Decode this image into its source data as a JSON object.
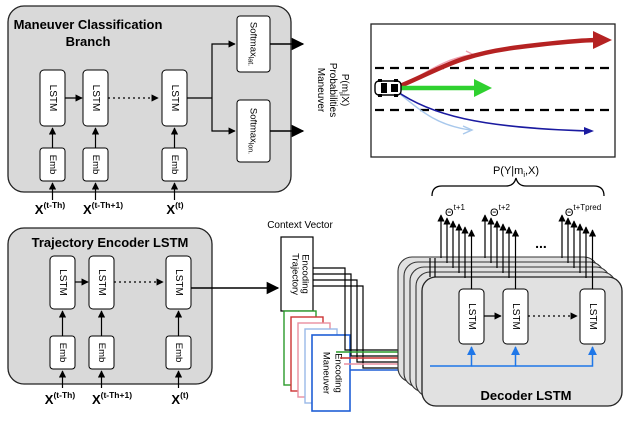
{
  "maneuver_branch": {
    "title_line1": "Maneuver Classification",
    "title_line2": "Branch",
    "lstm": "LSTM",
    "emb": "Emb",
    "softmax_lat": "Softmax",
    "softmax_lat_sub": "lat.",
    "softmax_lon": "Softmax",
    "softmax_lon_sub": "lon.",
    "output_line1": "Maneuver",
    "output_line2": "Probabilities",
    "output_line3": "P(m",
    "output_line3_sub": "i",
    "output_line3_end": "|X)",
    "inputs": [
      {
        "base": "X",
        "sup": "(t-Th)"
      },
      {
        "base": "X",
        "sup": "(t-Th+1)"
      },
      {
        "base": "X",
        "sup": "(t)"
      }
    ]
  },
  "encoder": {
    "title": "Trajectory Encoder LSTM",
    "lstm": "LSTM",
    "emb": "Emb",
    "inputs": [
      {
        "base": "X",
        "sup": "(t-Th)"
      },
      {
        "base": "X",
        "sup": "(t-Th+1)"
      },
      {
        "base": "X",
        "sup": "(t)"
      }
    ]
  },
  "context": {
    "label": "Context Vector",
    "traj_line1": "Trajectory",
    "traj_line2": "Encoding",
    "man_line1": "Maneuver",
    "man_line2": "Encoding"
  },
  "decoder": {
    "title": "Decoder LSTM",
    "lstm": "LSTM",
    "output_label": "P(Y|m",
    "output_label_sub": "i",
    "output_label_end": ",X)",
    "theta1": {
      "base": "Θ",
      "sup": "t+1"
    },
    "theta2": {
      "base": "Θ",
      "sup": "t+2"
    },
    "theta3": {
      "base": "Θ",
      "sup": "t+Tpred"
    },
    "ellipsis": "..."
  },
  "colors": {
    "panel_fill": "#d9d9d9",
    "decoder_fill": "#e1e1e1",
    "trajectory_red": "#b52222",
    "trajectory_green": "#2fd12f",
    "trajectory_blue": "#1a1aa0",
    "encoding_colors": [
      "#2a9a2a",
      "#cc3333",
      "#e98fa0",
      "#9ab9e8",
      "#1f5fd6"
    ],
    "decoder_input_blue": "#1f77e8"
  },
  "icons": [
    "car-icon"
  ]
}
